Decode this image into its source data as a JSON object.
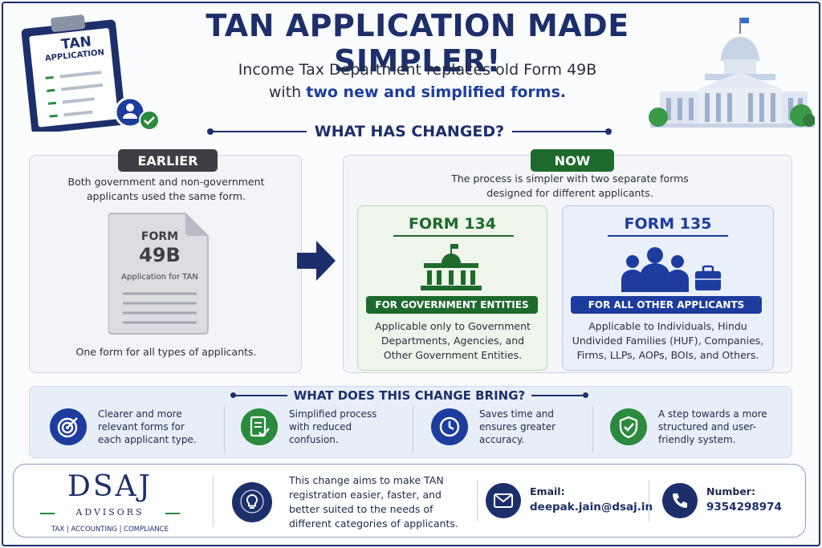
{
  "header": {
    "title": "TAN APPLICATION MADE SIMPLER!",
    "subtitle_line1": "Income Tax Department replaces old Form 49B",
    "subtitle_line2_prefix": "with ",
    "subtitle_line2_highlight": "two new and simplified forms.",
    "clipboard_label_1": "TAN",
    "clipboard_label_2": "APPLICATION"
  },
  "changed": {
    "heading": "WHAT HAS CHANGED?",
    "earlier": {
      "tag": "EARLIER",
      "text": "Both government and non-government applicants used the same form.",
      "form_label": "FORM",
      "form_number": "49B",
      "form_caption": "Application for TAN",
      "footer_text": "One form for all types of applicants."
    },
    "now": {
      "tag": "NOW",
      "text": "The process is simpler with two separate forms designed for different applicants.",
      "form134": {
        "title": "FORM 134",
        "ribbon": "FOR GOVERNMENT ENTITIES",
        "desc": "Applicable only to Government Departments, Agencies, and Other Government Entities."
      },
      "form135": {
        "title": "FORM 135",
        "ribbon": "FOR ALL OTHER APPLICANTS",
        "desc": "Applicable to Individuals, Hindu Undivided Families (HUF), Companies, Firms, LLPs, AOPs, BOIs, and Others."
      }
    }
  },
  "bring": {
    "heading": "WHAT DOES THIS CHANGE BRING?",
    "items": [
      {
        "text": "Clearer and more relevant forms for each applicant type.",
        "icon": "target-icon",
        "color": "#1d3c9e"
      },
      {
        "text": "Simplified process with reduced confusion.",
        "icon": "document-check-icon",
        "color": "#2b8a3e"
      },
      {
        "text": "Saves time and ensures greater accuracy.",
        "icon": "clock-icon",
        "color": "#1d3c9e"
      },
      {
        "text": "A step towards a more structured and user-friendly system.",
        "icon": "shield-check-icon",
        "color": "#2b8a3e"
      }
    ]
  },
  "footer": {
    "logo": "DSAJ",
    "logo_sub": "ADVISORS",
    "logo_tagline": "TAX  |  ACCOUNTING  |  COMPLIANCE",
    "message": "This change aims to make TAN registration easier, faster, and better suited to the needs of different categories of applicants.",
    "email_label": "Email:",
    "email": "deepak.jain@dsaj.in",
    "number_label": "Number:",
    "number": "9354298974"
  },
  "colors": {
    "navy": "#1d2f6b",
    "green": "#1e6a2c",
    "blue": "#1d3c9e"
  }
}
